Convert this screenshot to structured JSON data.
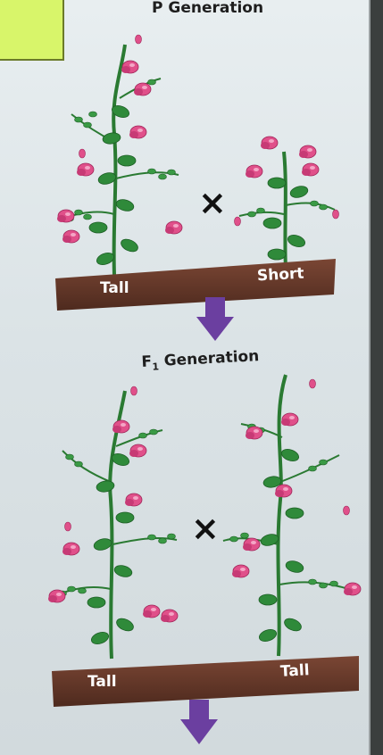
{
  "p_generation": {
    "title": "P Generation",
    "parent_left": "Tall",
    "parent_right": "Short",
    "cross_symbol": "×"
  },
  "f1_generation": {
    "title_main": "F",
    "title_sub": "1",
    "title_rest": " Generation",
    "plant_left": "Tall",
    "plant_right": "Tall",
    "cross_symbol": "×"
  },
  "icons": [
    "arrow-down-icon",
    "cross-icon"
  ],
  "colors": {
    "soil": "#6a3a2a",
    "arrow": "#6b3fa0",
    "leaf": "#2f8a3a",
    "flower": "#e0508a",
    "accent_tab": "#d8f56a"
  }
}
